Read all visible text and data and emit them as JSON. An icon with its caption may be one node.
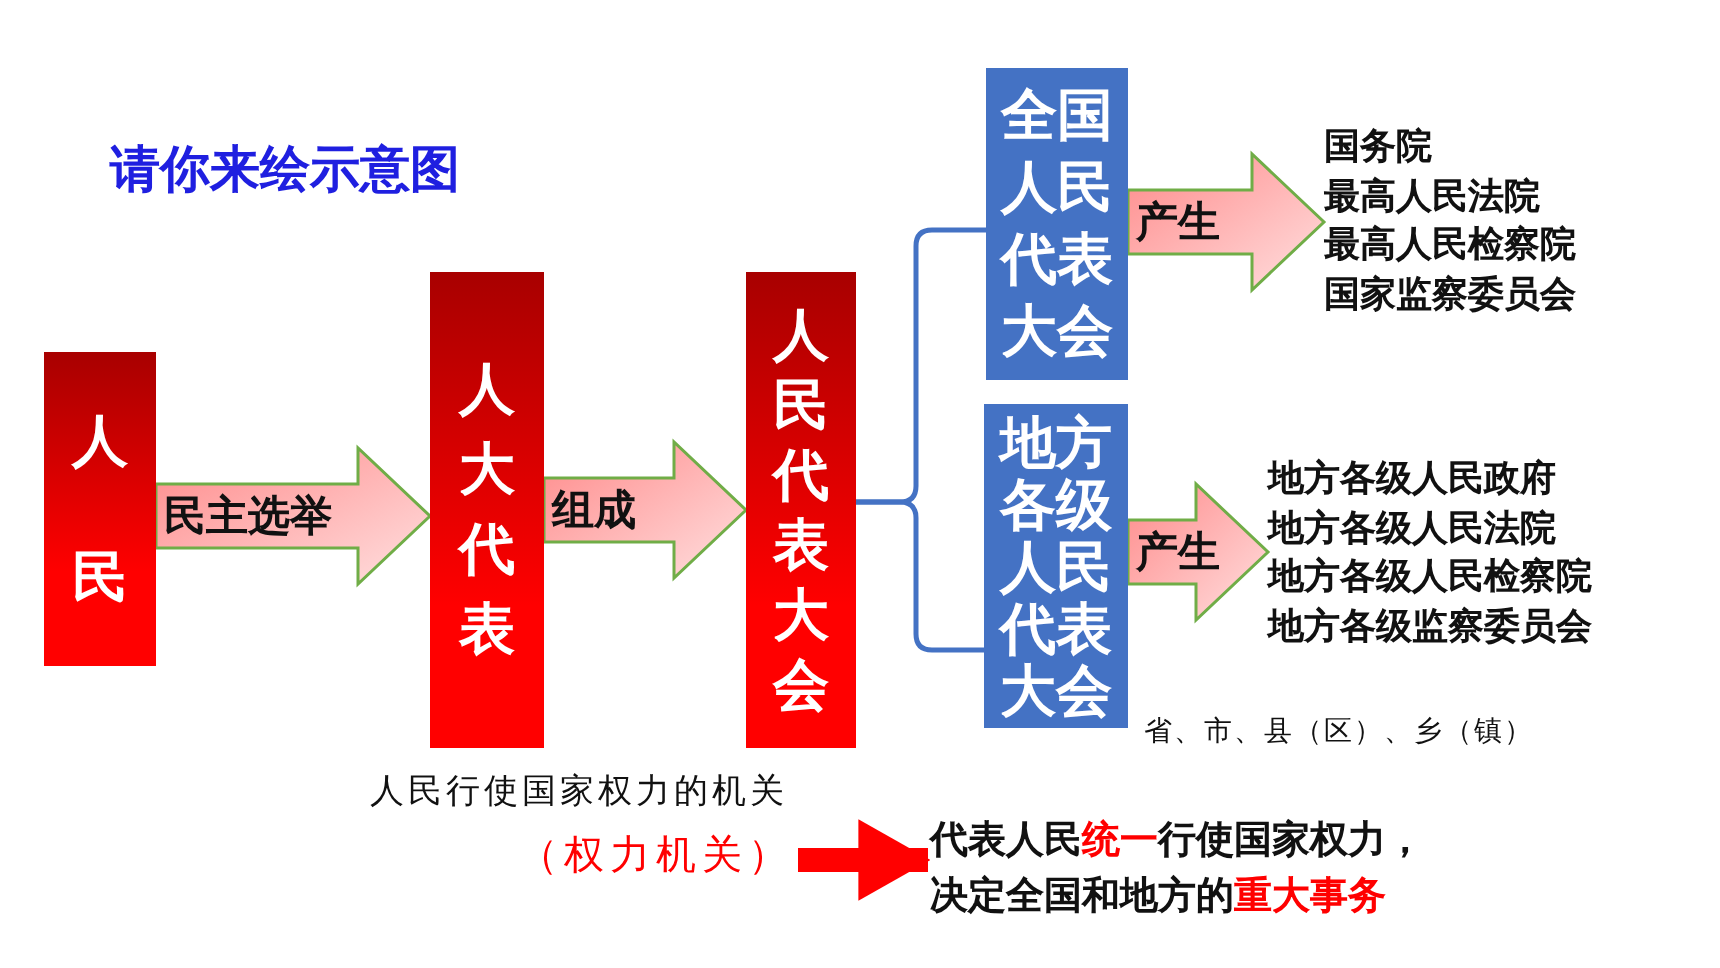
{
  "diagram": {
    "title": "请你来绘示意图",
    "nodes": [
      {
        "text": [
          "人民"
        ]
      },
      {
        "text": [
          "人大代表"
        ]
      },
      {
        "text": [
          "人民代表大会"
        ],
        "beside": [
          "人民行使国家权力的机关"
        ]
      },
      {
        "text": [
          "全国人民代表大会"
        ]
      },
      {
        "text": [
          "地方各级人民代表大会"
        ],
        "beside": [
          "省、市、县（区）、乡（镇）"
        ]
      },
      {
        "text": [
          "国务院",
          "最高人民法院",
          "最高人民检察院",
          "国家监察委员会"
        ]
      },
      {
        "text": [
          "地方各级人民政府",
          "地方各级人民法院",
          "地方各级人民检察院",
          "地方各级监察委员会"
        ]
      },
      {
        "text": [
          "（权力机关）"
        ]
      },
      {
        "text": [
          "代表人民**统一**行使国家权力，决定全国和地方的**重大事务**"
        ]
      }
    ],
    "edges": [
      {
        "from": 0,
        "to": 1,
        "arrow": "to",
        "label": "民主选举"
      },
      {
        "from": 1,
        "to": 2,
        "arrow": "to",
        "label": "组成"
      },
      {
        "from": 2,
        "to": 3,
        "arrow": "none",
        "color": "#4472c4"
      },
      {
        "from": 2,
        "to": 4,
        "arrow": "none",
        "color": "#4472c4"
      },
      {
        "from": 3,
        "to": 5,
        "arrow": "to",
        "label": "产生"
      },
      {
        "from": 4,
        "to": 6,
        "arrow": "to",
        "label": "产生"
      },
      {
        "from": 7,
        "to": 8,
        "arrow": "to",
        "style": "thick",
        "color": "#ff0000"
      }
    ]
  }
}
